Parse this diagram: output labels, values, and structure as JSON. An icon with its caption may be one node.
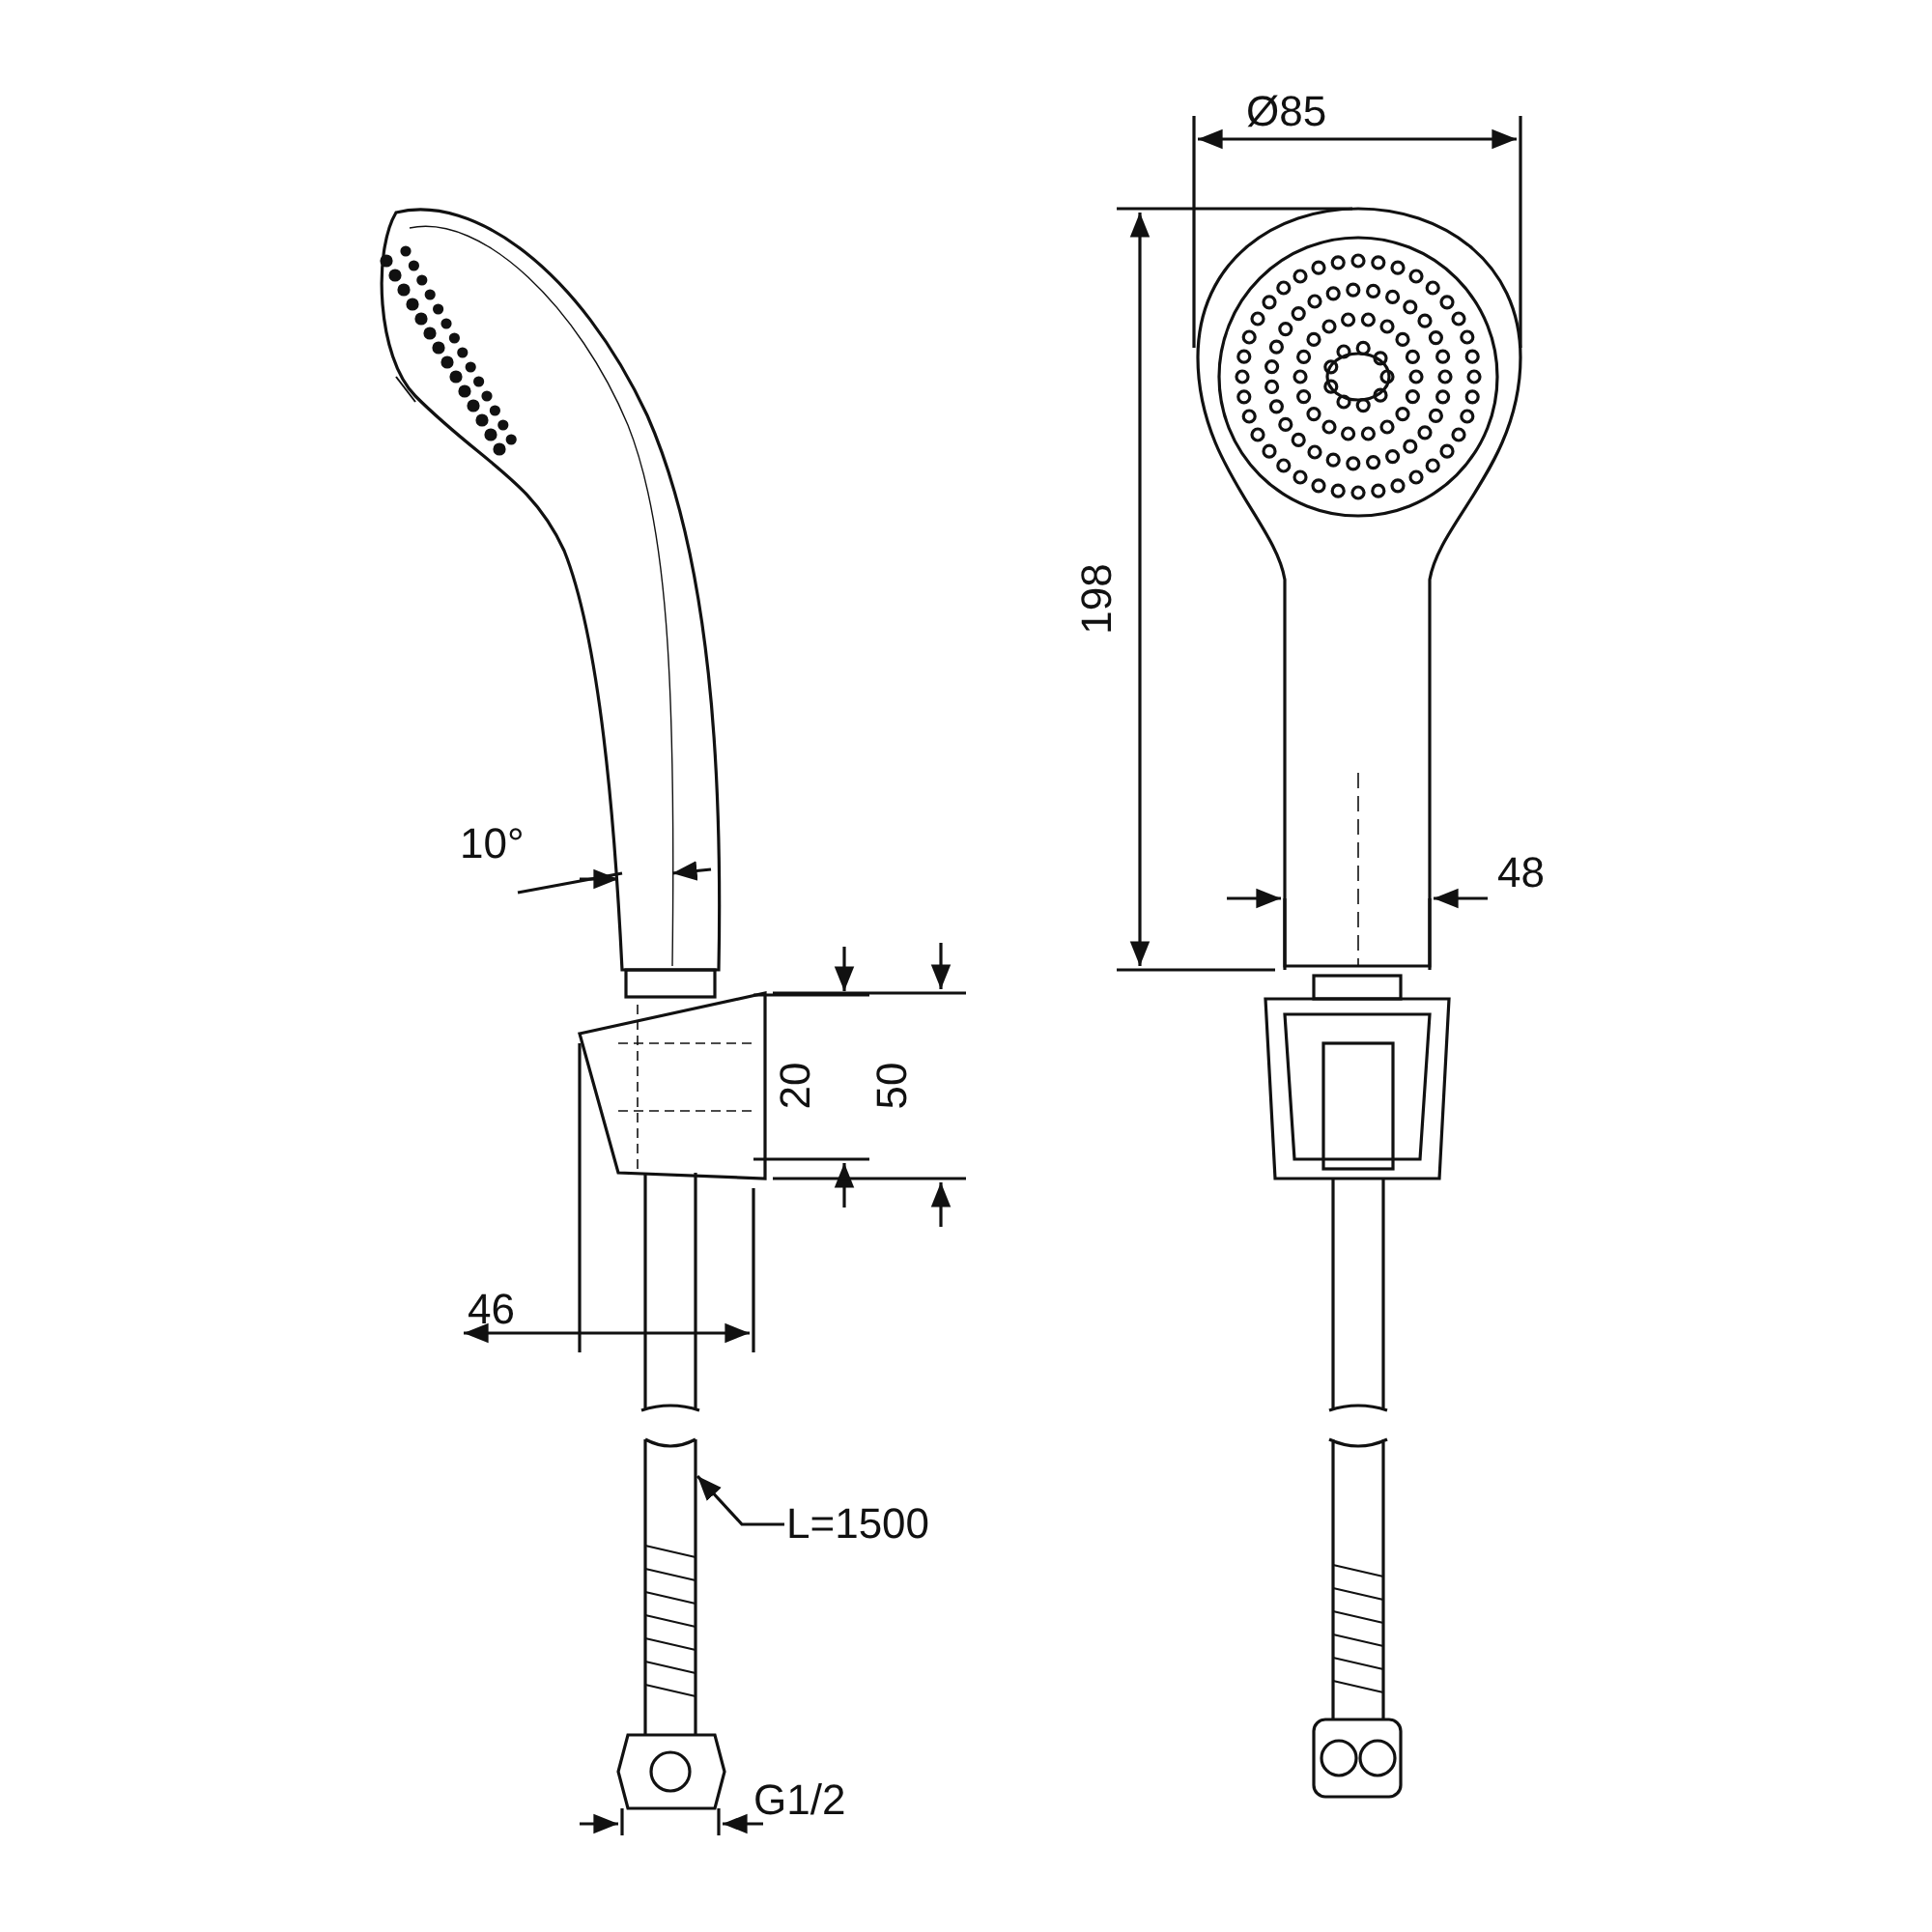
{
  "diagram": {
    "nodes": [
      {
        "text": [
          "L=1500"
        ]
      },
      {
        "text": [],
        "shape": "picture"
      }
    ],
    "edges": [
      {
        "from": 0,
        "to": 1,
        "arrow": "to"
      }
    ],
    "labels": [
      "Ø85",
      "198",
      "10°",
      "48",
      "20",
      "50",
      "46",
      "G1/2"
    ]
  }
}
